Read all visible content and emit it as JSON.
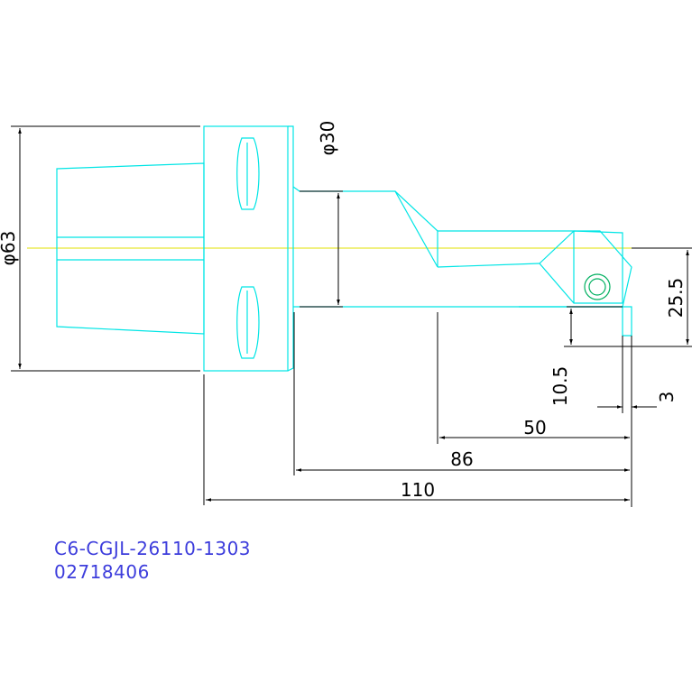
{
  "dimensions": {
    "shank_diameter": "φ63",
    "bar_diameter": "φ30",
    "center_height": "25.5",
    "tip_height": "10.5",
    "tip_offset": "3",
    "length_50": "50",
    "length_86": "86",
    "length_110": "110"
  },
  "caption": {
    "part_number": "C6-CGJL-26110-1303",
    "order_code": "02718406"
  },
  "colors": {
    "part": "#00e5e5",
    "centerline": "#e0e000",
    "dimension": "#000000",
    "caption": "#3d3ddc",
    "screw": "#00b060"
  }
}
